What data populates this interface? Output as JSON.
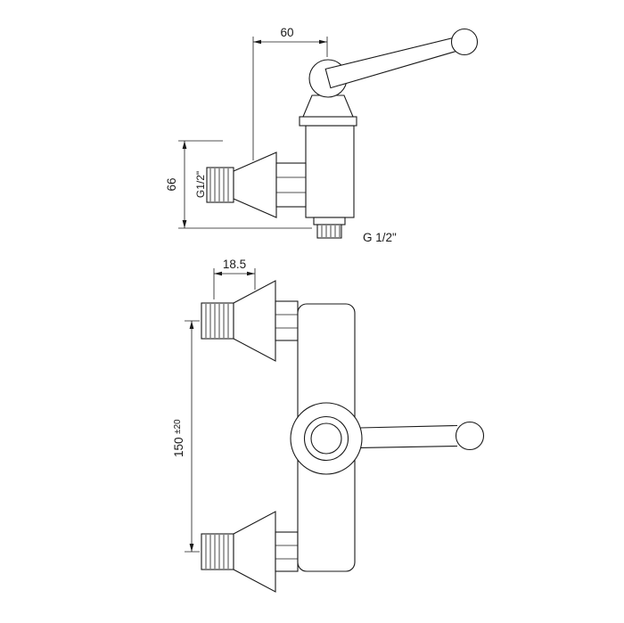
{
  "drawing": {
    "background": "#ffffff",
    "ink": "#1a1a1a",
    "side_view": {
      "dim_projection": "60",
      "dim_height": "66",
      "inlet_thread": "G1/2\"",
      "outlet_thread": "G 1/2\""
    },
    "front_view": {
      "dim_pipe": "18.5",
      "dim_centers_value": "150",
      "dim_centers_tolerance": "±20"
    }
  }
}
